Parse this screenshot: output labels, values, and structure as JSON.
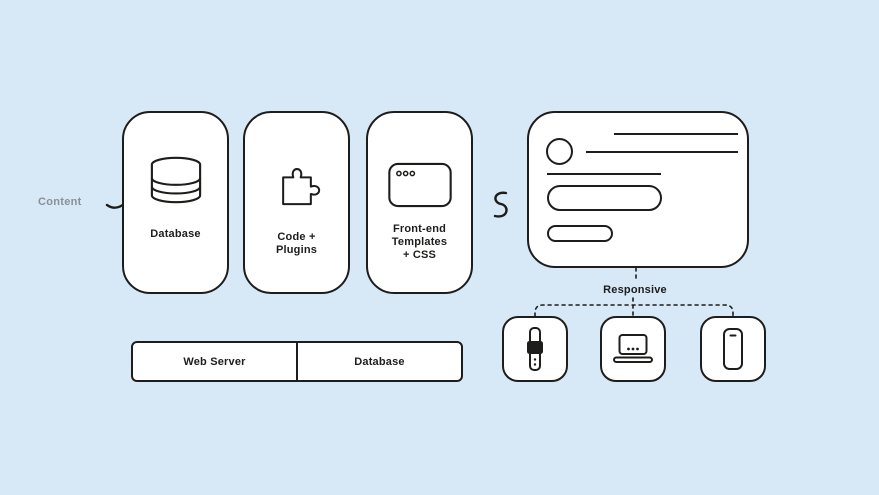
{
  "colors": {
    "background": "#d7e8f7",
    "line": "#1d1d1b",
    "panel": "#ffffff",
    "muted": "#8b9095"
  },
  "content_source": {
    "label": "Content",
    "arrow_icon": "curved-arrow-icon"
  },
  "pipeline": {
    "database": {
      "icon": "database-cylinder-icon",
      "label": "Database"
    },
    "plugins": {
      "icon": "puzzle-piece-icon",
      "lines": [
        "Code +",
        "Plugins"
      ]
    },
    "frontend": {
      "icon": "browser-window-icon",
      "lines": [
        "Front-end",
        "Templates",
        "+ CSS"
      ]
    }
  },
  "flow": {
    "icon": "squiggle-arrow-icon"
  },
  "browser_preview": {
    "elements": [
      "avatar-circle",
      "text-line",
      "text-line",
      "text-line",
      "input-pill",
      "button-pill"
    ]
  },
  "responsive": {
    "label": "Responsive"
  },
  "devices": [
    {
      "name": "smartwatch",
      "icon": "smartwatch-icon"
    },
    {
      "name": "laptop",
      "icon": "laptop-icon"
    },
    {
      "name": "smartphone",
      "icon": "smartphone-icon"
    }
  ],
  "server_bar": {
    "cells": [
      {
        "label": "Web Server"
      },
      {
        "label": "Database"
      }
    ]
  }
}
